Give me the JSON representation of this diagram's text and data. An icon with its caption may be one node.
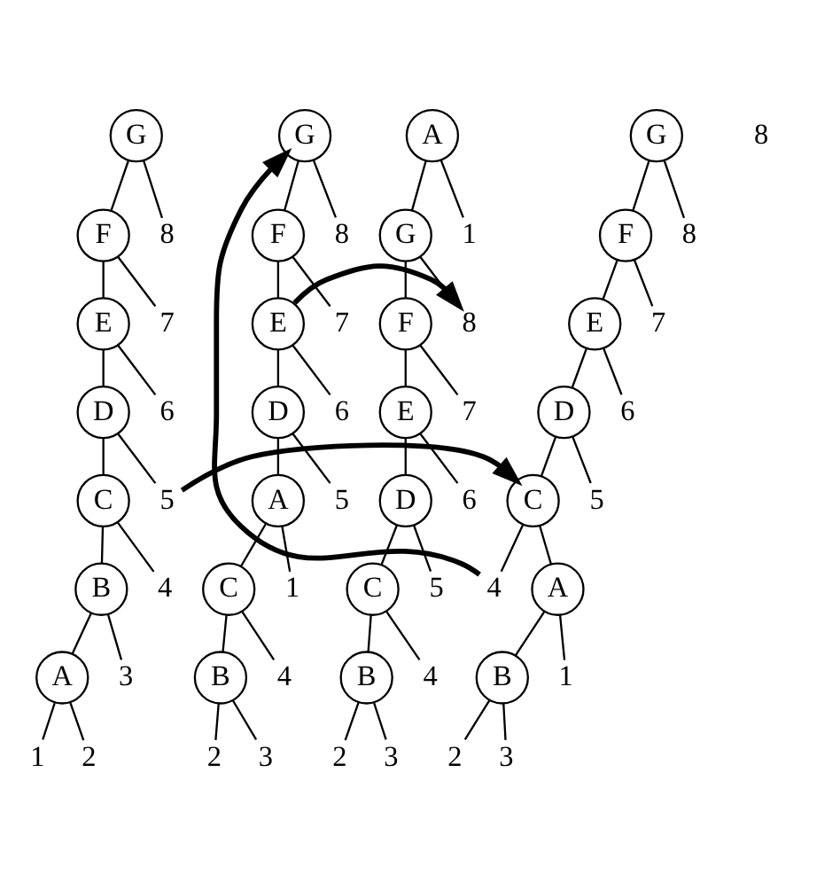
{
  "diagram": {
    "nodes": [
      {
        "text": [
          "G"
        ]
      },
      {
        "text": [
          "F"
        ]
      },
      {
        "text": [
          "E"
        ]
      },
      {
        "text": [
          "D"
        ]
      },
      {
        "text": [
          "C"
        ]
      },
      {
        "text": [
          "B"
        ]
      },
      {
        "text": [
          "A"
        ]
      },
      {
        "text": [
          "8"
        ]
      },
      {
        "text": [
          "7"
        ]
      },
      {
        "text": [
          "6"
        ]
      },
      {
        "text": [
          "5"
        ]
      },
      {
        "text": [
          "4"
        ]
      },
      {
        "text": [
          "3"
        ]
      },
      {
        "text": [
          "1"
        ]
      },
      {
        "text": [
          "2"
        ]
      },
      {
        "text": [
          "G"
        ]
      },
      {
        "text": [
          "F"
        ]
      },
      {
        "text": [
          "E"
        ]
      },
      {
        "text": [
          "D"
        ]
      },
      {
        "text": [
          "C"
        ]
      },
      {
        "text": [
          "A"
        ]
      },
      {
        "text": [
          "B"
        ]
      },
      {
        "text": [
          "8"
        ]
      },
      {
        "text": [
          "7"
        ]
      },
      {
        "text": [
          "6"
        ]
      },
      {
        "text": [
          "5"
        ]
      },
      {
        "text": [
          "4"
        ]
      },
      {
        "text": [
          "1"
        ]
      },
      {
        "text": [
          "2"
        ]
      },
      {
        "text": [
          "3"
        ]
      },
      {
        "text": [
          "G"
        ]
      },
      {
        "text": [
          "F"
        ]
      },
      {
        "text": [
          "E"
        ]
      },
      {
        "text": [
          "D"
        ]
      },
      {
        "text": [
          "A"
        ]
      },
      {
        "text": [
          "C"
        ]
      },
      {
        "text": [
          "B"
        ]
      },
      {
        "text": [
          "8"
        ]
      },
      {
        "text": [
          "7"
        ]
      },
      {
        "text": [
          "6"
        ]
      },
      {
        "text": [
          "5"
        ]
      },
      {
        "text": [
          "1"
        ]
      },
      {
        "text": [
          "4"
        ]
      },
      {
        "text": [
          "2"
        ]
      },
      {
        "text": [
          "3"
        ]
      },
      {
        "text": [
          "A"
        ]
      },
      {
        "text": [
          "G"
        ]
      },
      {
        "text": [
          "F"
        ]
      },
      {
        "text": [
          "E"
        ]
      },
      {
        "text": [
          "D"
        ]
      },
      {
        "text": [
          "C"
        ]
      },
      {
        "text": [
          "B"
        ]
      },
      {
        "text": [
          "1"
        ]
      },
      {
        "text": [
          "8"
        ]
      },
      {
        "text": [
          "7"
        ]
      },
      {
        "text": [
          "6"
        ]
      },
      {
        "text": [
          "5"
        ]
      },
      {
        "text": [
          "4"
        ]
      },
      {
        "text": [
          "2"
        ]
      },
      {
        "text": [
          "3"
        ]
      }
    ],
    "edges": [
      {
        "from": 0,
        "to": 1,
        "arrow": "none"
      },
      {
        "from": 0,
        "to": 7,
        "arrow": "none"
      },
      {
        "from": 1,
        "to": 2,
        "arrow": "none"
      },
      {
        "from": 1,
        "to": 8,
        "arrow": "none"
      },
      {
        "from": 2,
        "to": 3,
        "arrow": "none"
      },
      {
        "from": 2,
        "to": 9,
        "arrow": "none"
      },
      {
        "from": 3,
        "to": 4,
        "arrow": "none"
      },
      {
        "from": 3,
        "to": 10,
        "arrow": "none"
      },
      {
        "from": 4,
        "to": 5,
        "arrow": "none"
      },
      {
        "from": 4,
        "to": 11,
        "arrow": "none"
      },
      {
        "from": 5,
        "to": 6,
        "arrow": "none"
      },
      {
        "from": 5,
        "to": 12,
        "arrow": "none"
      },
      {
        "from": 6,
        "to": 13,
        "arrow": "none"
      },
      {
        "from": 6,
        "to": 14,
        "arrow": "none"
      },
      {
        "from": 15,
        "to": 16,
        "arrow": "none"
      },
      {
        "from": 15,
        "to": 22,
        "arrow": "none"
      },
      {
        "from": 16,
        "to": 17,
        "arrow": "none"
      },
      {
        "from": 16,
        "to": 23,
        "arrow": "none"
      },
      {
        "from": 17,
        "to": 18,
        "arrow": "none"
      },
      {
        "from": 17,
        "to": 24,
        "arrow": "none"
      },
      {
        "from": 18,
        "to": 19,
        "arrow": "none"
      },
      {
        "from": 18,
        "to": 25,
        "arrow": "none"
      },
      {
        "from": 19,
        "to": 20,
        "arrow": "none"
      },
      {
        "from": 19,
        "to": 26,
        "arrow": "none"
      },
      {
        "from": 20,
        "to": 27,
        "arrow": "none"
      },
      {
        "from": 20,
        "to": 21,
        "arrow": "none"
      },
      {
        "from": 21,
        "to": 28,
        "arrow": "none"
      },
      {
        "from": 21,
        "to": 29,
        "arrow": "none"
      },
      {
        "from": 30,
        "to": 31,
        "arrow": "none"
      },
      {
        "from": 30,
        "to": 37,
        "arrow": "none"
      },
      {
        "from": 31,
        "to": 32,
        "arrow": "none"
      },
      {
        "from": 31,
        "to": 38,
        "arrow": "none"
      },
      {
        "from": 32,
        "to": 33,
        "arrow": "none"
      },
      {
        "from": 32,
        "to": 39,
        "arrow": "none"
      },
      {
        "from": 33,
        "to": 34,
        "arrow": "none"
      },
      {
        "from": 33,
        "to": 40,
        "arrow": "none"
      },
      {
        "from": 34,
        "to": 41,
        "arrow": "none"
      },
      {
        "from": 34,
        "to": 35,
        "arrow": "none"
      },
      {
        "from": 35,
        "to": 36,
        "arrow": "none"
      },
      {
        "from": 35,
        "to": 42,
        "arrow": "none"
      },
      {
        "from": 36,
        "to": 43,
        "arrow": "none"
      },
      {
        "from": 36,
        "to": 44,
        "arrow": "none"
      },
      {
        "from": 45,
        "to": 52,
        "arrow": "none"
      },
      {
        "from": 45,
        "to": 46,
        "arrow": "none"
      },
      {
        "from": 46,
        "to": 47,
        "arrow": "none"
      },
      {
        "from": 46,
        "to": 53,
        "arrow": "none"
      },
      {
        "from": 47,
        "to": 48,
        "arrow": "none"
      },
      {
        "from": 47,
        "to": 54,
        "arrow": "none"
      },
      {
        "from": 48,
        "to": 49,
        "arrow": "none"
      },
      {
        "from": 48,
        "to": 55,
        "arrow": "none"
      },
      {
        "from": 49,
        "to": 50,
        "arrow": "none"
      },
      {
        "from": 49,
        "to": 56,
        "arrow": "none"
      },
      {
        "from": 50,
        "to": 51,
        "arrow": "none"
      },
      {
        "from": 50,
        "to": 57,
        "arrow": "none"
      },
      {
        "from": 51,
        "to": 58,
        "arrow": "none"
      },
      {
        "from": 51,
        "to": 59,
        "arrow": "none"
      },
      {
        "from": 10,
        "to": 19,
        "arrow": "to",
        "style": "thick"
      },
      {
        "from": 26,
        "to": 30,
        "arrow": "to",
        "style": "thick"
      },
      {
        "from": 32,
        "to": 53,
        "arrow": "to",
        "style": "thick"
      }
    ],
    "labels": [
      "8"
    ]
  }
}
